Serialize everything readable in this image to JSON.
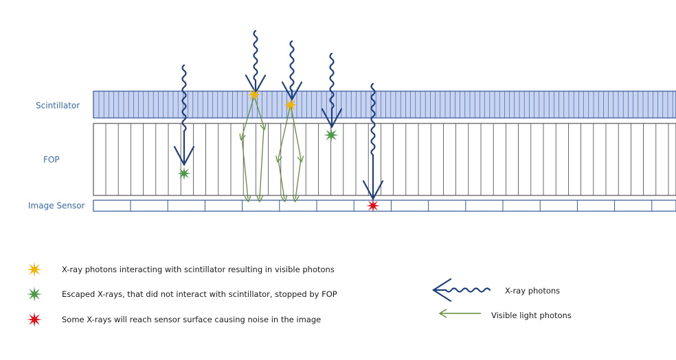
{
  "labels": {
    "scintillator": "Scintillator",
    "fop": "FOP",
    "image_sensor": "Image Sensor"
  },
  "legend": {
    "yellow_star": "X-ray photons interacting with scintillator resulting in visible photons",
    "green_star": "Escaped X-rays, that did not interact with scintillator, stopped by FOP",
    "red_star": "Some X-rays will reach sensor surface causing noise in the image",
    "xray_arrow": "X-ray photons",
    "visible_arrow": "Visible light photons"
  },
  "colors": {
    "label_blue": "#3a68a8",
    "xray_navy": "#1f3f7a",
    "scintillator_fill": "#c7d3f0",
    "outline_blue": "#2f5597",
    "visible_green": "#5e8b3a",
    "star_yellow": "#f0b400",
    "star_green": "#4a9a4a",
    "star_red": "#e0101a"
  },
  "icons": [
    "yellow-star-icon",
    "green-star-icon",
    "red-star-icon",
    "xray-arrow-icon",
    "visible-light-arrow-icon"
  ]
}
